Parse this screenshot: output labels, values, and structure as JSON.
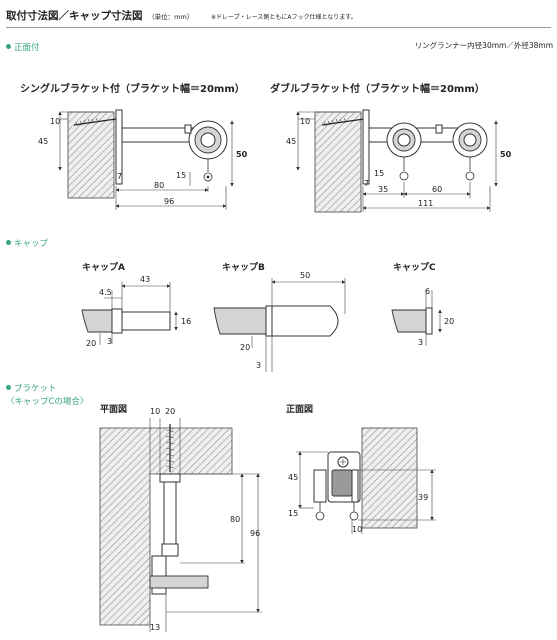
{
  "header": {
    "title": "取付寸法図／キャップ寸法図",
    "unit": "（単位：mm）",
    "note": "※ドレープ・レース側ともにAフック仕様となります。"
  },
  "sections": {
    "front": "正面付",
    "cap": "キャップ",
    "bracket_line1": "ブラケット",
    "bracket_line2": "〈キャップCの場合〉"
  },
  "ring_spec": "リングランナー内径30mm／外径38mm",
  "single": {
    "title": "シングルブラケット付（ブラケット幅＝20mm）",
    "dims": {
      "top": "10",
      "left_h": "45",
      "right_h": "50",
      "d15": "15",
      "d7": "7",
      "d80": "80",
      "d96": "96"
    }
  },
  "double": {
    "title": "ダブルブラケット付（ブラケット幅＝20mm）",
    "dims": {
      "top": "10",
      "left_h": "45",
      "right_h": "50",
      "d15": "15",
      "d7": "7",
      "d35": "35",
      "d60": "60",
      "d111": "111"
    }
  },
  "capA": {
    "title": "キャップA",
    "dims": {
      "d43": "43",
      "d45": "4.5",
      "d16": "16",
      "d20": "20",
      "d3": "3"
    }
  },
  "capB": {
    "title": "キャップB",
    "dims": {
      "d50": "50",
      "d20": "20",
      "d3": "3"
    }
  },
  "capC": {
    "title": "キャップC",
    "dims": {
      "d6": "6",
      "d20": "20",
      "d3": "3"
    }
  },
  "plan": {
    "title": "平面図",
    "dims": {
      "d10": "10",
      "d20": "20",
      "d80": "80",
      "d96": "96",
      "d13": "13"
    }
  },
  "elev": {
    "title": "正面図",
    "dims": {
      "d45": "45",
      "d15": "15",
      "d10": "10",
      "d39": "39"
    }
  }
}
